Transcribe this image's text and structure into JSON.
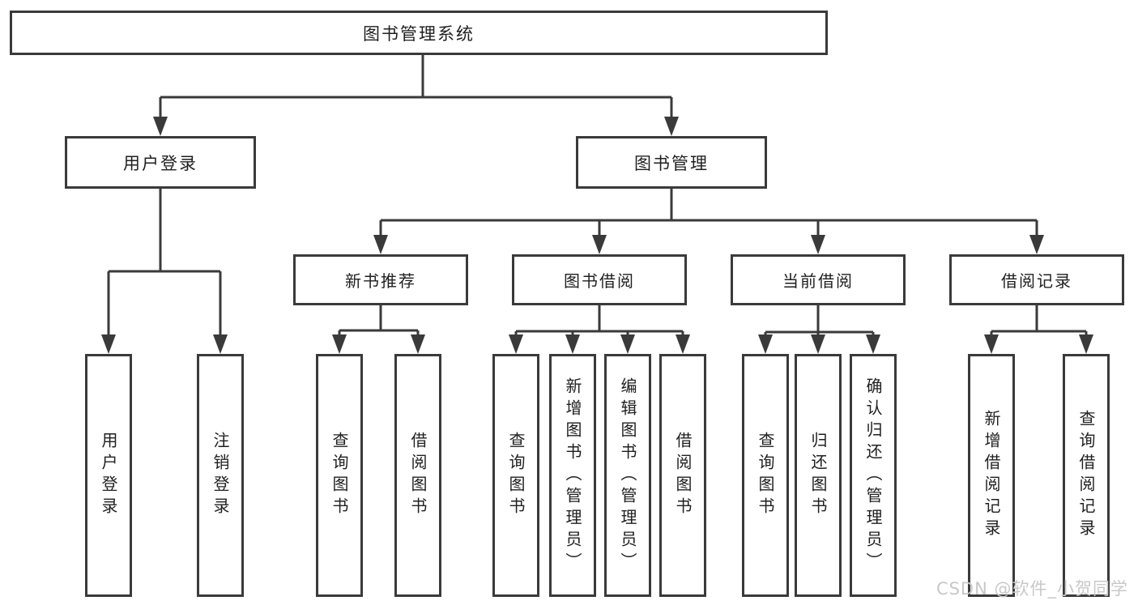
{
  "diagram_title": "图书管理系统",
  "tree": {
    "root": {
      "label": "图书管理系统",
      "children": [
        {
          "label": "用户登录",
          "children": [
            {
              "label": "用户登录"
            },
            {
              "label": "注销登录"
            }
          ]
        },
        {
          "label": "图书管理",
          "children": [
            {
              "label": "新书推荐",
              "children": [
                {
                  "label": "查询图书"
                },
                {
                  "label": "借阅图书"
                }
              ]
            },
            {
              "label": "图书借阅",
              "children": [
                {
                  "label": "查询图书"
                },
                {
                  "label": "新增图书（管理员）"
                },
                {
                  "label": "编辑图书（管理员）"
                },
                {
                  "label": "借阅图书"
                }
              ]
            },
            {
              "label": "当前借阅",
              "children": [
                {
                  "label": "查询图书"
                },
                {
                  "label": "归还图书"
                },
                {
                  "label": "确认归还（管理员）"
                }
              ]
            },
            {
              "label": "借阅记录",
              "children": [
                {
                  "label": "新增借阅记录"
                },
                {
                  "label": "查询借阅记录"
                }
              ]
            }
          ]
        }
      ]
    }
  },
  "watermark": {
    "text": "CSDN @软件_小贺同学",
    "color": "#c8c8c8"
  },
  "colors": {
    "line": "#3a3a3a",
    "box_border": "#3a3a3a",
    "text": "#1f1f1f",
    "background": "#ffffff"
  }
}
